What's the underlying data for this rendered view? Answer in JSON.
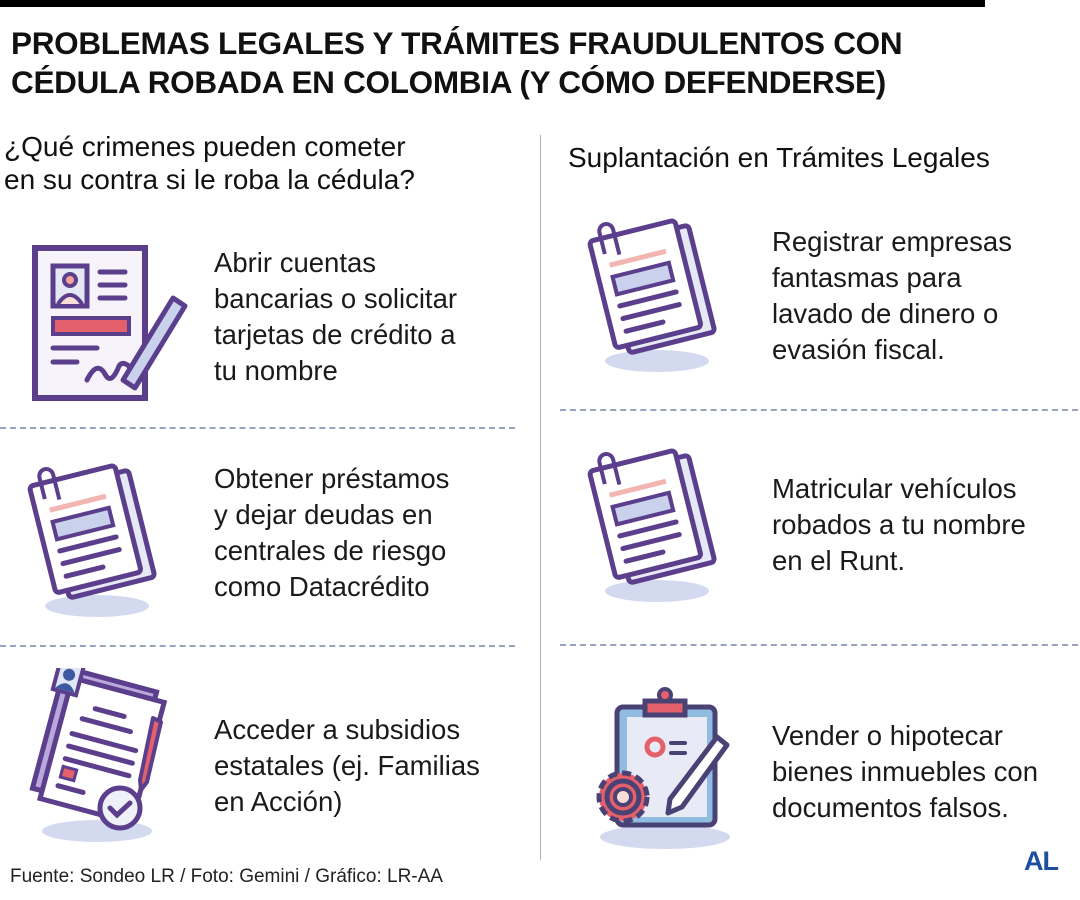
{
  "header": {
    "title_line1": "PROBLEMAS LEGALES Y TRÁMITES FRAUDULENTOS CON",
    "title_line2": "CÉDULA ROBADA EN COLOMBIA (Y CÓMO DEFENDERSE)"
  },
  "left": {
    "heading_line1": "¿Qué crimenes pueden cometer",
    "heading_line2": "en su contra si le roba la cédula?",
    "items": [
      {
        "icon": "signed-document-icon",
        "lines": [
          "Abrir cuentas",
          "bancarias o solicitar",
          "tarjetas de crédito a",
          "tu nombre"
        ]
      },
      {
        "icon": "documents-clip-icon",
        "lines": [
          "Obtener préstamos",
          "y dejar deudas en",
          "centrales de riesgo",
          "como Datacrédito"
        ]
      },
      {
        "icon": "approved-application-icon",
        "lines": [
          "Acceder a subsidios",
          "estatales (ej. Familias",
          "en Acción)"
        ]
      }
    ]
  },
  "right": {
    "heading": "Suplantación en Trámites Legales",
    "items": [
      {
        "icon": "documents-clip-icon",
        "lines": [
          "Registrar empresas",
          "fantasmas para",
          "lavado de dinero o",
          "evasión fiscal."
        ]
      },
      {
        "icon": "documents-clip-icon",
        "lines": [
          "Matricular vehículos",
          "robados a tu nombre",
          "en el Runt."
        ]
      },
      {
        "icon": "clipboard-gear-icon",
        "lines": [
          "Vender o hipotecar",
          "bienes inmuebles con",
          "documentos falsos."
        ]
      }
    ]
  },
  "footer": {
    "source": "Fuente: Sondeo LR / Foto: Gemini / Gráfico: LR-AA"
  },
  "logo": {
    "text": "AL"
  },
  "colors": {
    "purple": "#5b3f8c",
    "red": "#e4606a",
    "lavender": "#dfe3f3",
    "shadow": "#d3daef",
    "logo": "#1d4fa0"
  }
}
